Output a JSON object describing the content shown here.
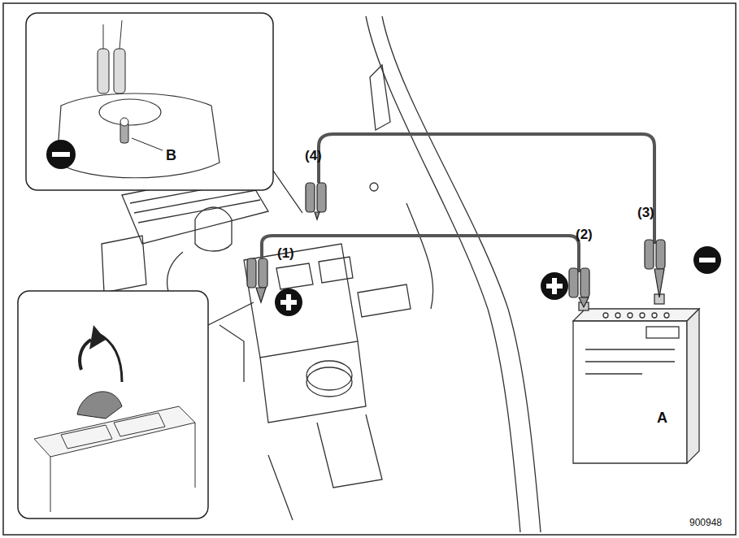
{
  "diagram": {
    "labels": [
      "(1)",
      "(2)",
      "(3)",
      "(4)",
      "A",
      "B",
      "900948"
    ]
  }
}
